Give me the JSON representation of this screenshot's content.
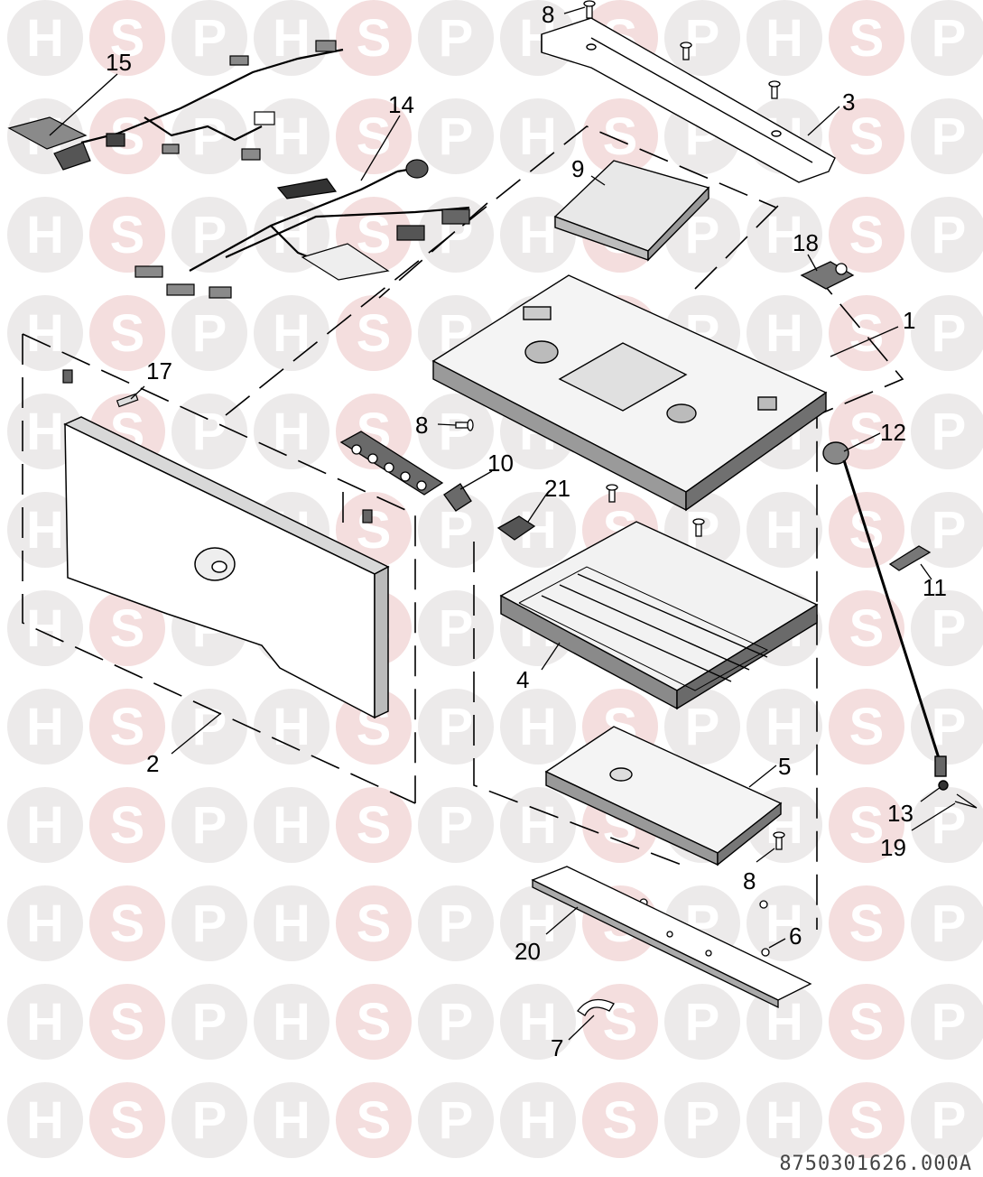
{
  "watermark": {
    "letters": [
      "H",
      "S",
      "P"
    ],
    "circle_color": "#eceaea",
    "letter_color": "#ffffff",
    "accent_color": "#f4dede"
  },
  "labels": {
    "l1": "1",
    "l2": "2",
    "l3": "3",
    "l4": "4",
    "l5": "5",
    "l6": "6",
    "l7": "7",
    "l8a": "8",
    "l8b": "8",
    "l8c": "8",
    "l9": "9",
    "l10": "10",
    "l11": "11",
    "l12": "12",
    "l13": "13",
    "l14": "14",
    "l15": "15",
    "l17": "17",
    "l18": "18",
    "l19": "19",
    "l20": "20",
    "l21": "21"
  },
  "drawing_reference": "8750301626.000A"
}
